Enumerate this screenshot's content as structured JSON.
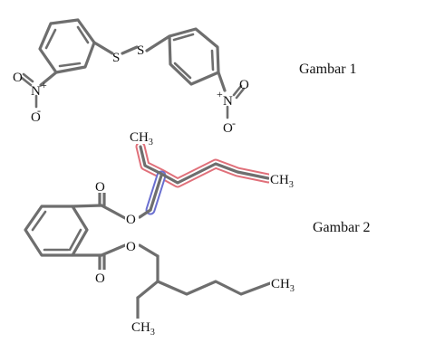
{
  "figures": [
    {
      "caption": "Gambar 1",
      "atoms": {
        "sulfur_left": "S",
        "sulfur_right": "S",
        "nitrogen": "N",
        "oxygen": "O",
        "plus": "+",
        "minus": "-"
      }
    },
    {
      "caption": "Gambar 2",
      "atoms": {
        "oxygen": "O",
        "ch3_top": "CH",
        "ch3_right": "CH",
        "ch3_lower_right": "CH",
        "ch3_bottom": "CH",
        "subscript_3": "3"
      }
    }
  ],
  "highlight_colors": {
    "red": "#e0707a",
    "blue": "#6a6fd0"
  }
}
